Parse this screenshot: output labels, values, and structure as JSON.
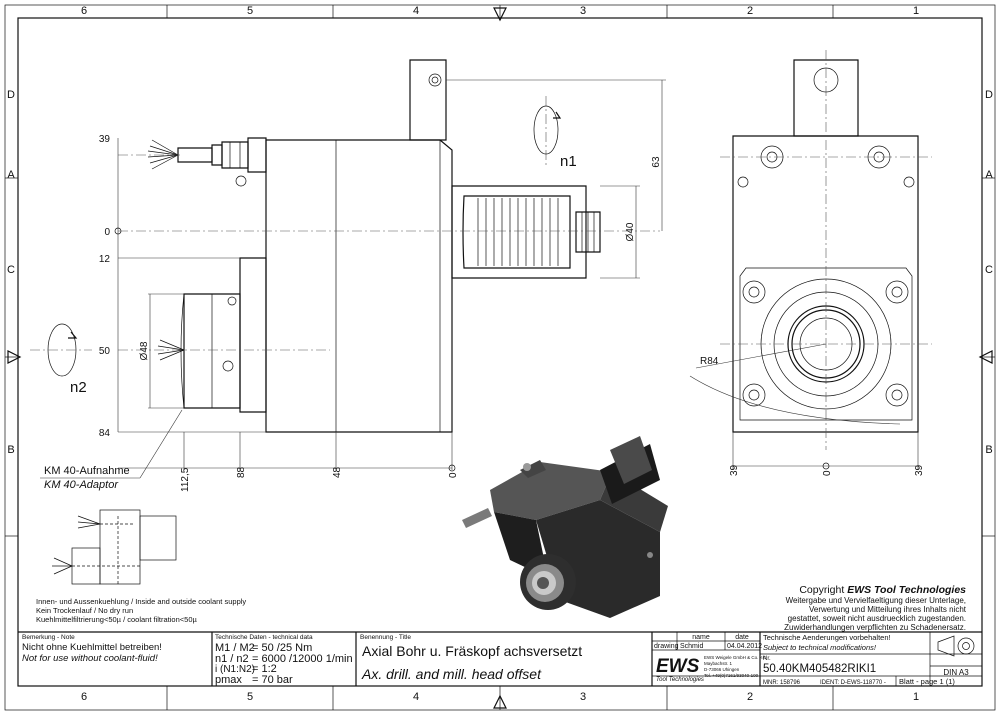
{
  "grid": {
    "columns": [
      "6",
      "5",
      "4",
      "3",
      "2",
      "1"
    ],
    "rows": [
      "D",
      "C",
      "B",
      "A"
    ]
  },
  "dimensions": {
    "left_view": {
      "y_labels": [
        "39",
        "0",
        "12",
        "50",
        "84"
      ],
      "x_labels": [
        "112,5",
        "88",
        "48",
        "0"
      ],
      "height_63": "63",
      "dia_40": "Ø40",
      "dia_48": "Ø48",
      "rotation_out": "n1",
      "rotation_in": "n2"
    },
    "right_view": {
      "x_labels": [
        "39",
        "0",
        "39"
      ],
      "radius": "R84"
    }
  },
  "callout": {
    "de": "KM 40-Aufnahme",
    "en": "KM 40-Adaptor"
  },
  "coolant_notes": [
    "Innen- und Aussenkuehlung / Inside and outside coolant supply",
    "Kein Trockenlauf / No dry run",
    "Kuehlmittelfiltrierung<50µ / coolant filtration<50µ"
  ],
  "copyright": {
    "prefix": "Copyright ",
    "brand": "EWS Tool Technologies",
    "lines": [
      "Weitergabe und Vervielfaeltigung dieser Unterlage,",
      "Verwertung und Mitteilung ihres Inhalts nicht",
      "gestattet, soweit nicht ausdruecklich zugestanden.",
      "Zuwiderhandlungen verpflichten zu Schadenersatz."
    ]
  },
  "title_block": {
    "remark_header": "Bemerkung - Note",
    "remark_de": "Nicht ohne Kuehlmittel betreiben!",
    "remark_en": "Not for use without coolant-fluid!",
    "tech_header": "Technische Daten - technical data",
    "tech_rows": [
      {
        "label": "M1 / M2",
        "value": "= 50  /25  Nm"
      },
      {
        "label": "n1 / n2",
        "value": "= 6000 /12000 1/min"
      },
      {
        "label": "i  (N1:N2)",
        "value": "= 1:2"
      },
      {
        "label": "pmax",
        "value": "= 70  bar"
      }
    ],
    "title_header": "Benennung - Title",
    "title_de": "Axial Bohr u. Fräskopf achsversetzt",
    "title_en": "Ax. drill. and mill. head offset",
    "col_name": "name",
    "col_date": "date",
    "drawing_label": "drawing",
    "drawing_name": "Schmid",
    "drawing_date": "04.04.2012",
    "logo": "EWS",
    "logo_sub": "Tool Technologies",
    "company_lines": [
      "EWS Weigele GmbH & Co. KG",
      "Maybachstr. 1",
      "D-73066 Uhingen",
      "Tel. +49(0)7161/93040-100"
    ],
    "mod_de": "Technische Aenderungen vorbehalten!",
    "mod_en": "Subject to technical modifications!",
    "nr_label": "Nr.",
    "drawing_number": "50.40KM405482RIKI1",
    "mnr": "MNR: 158796",
    "ident": "IDENT: D-EWS-118770 -",
    "sheet": "Blatt - page  1 (1)",
    "paper": "DIN A3"
  },
  "colors": {
    "line": "#111111",
    "center_line": "#555555",
    "render_body": "#2a2a2a",
    "render_light": "#7a7a7a"
  }
}
